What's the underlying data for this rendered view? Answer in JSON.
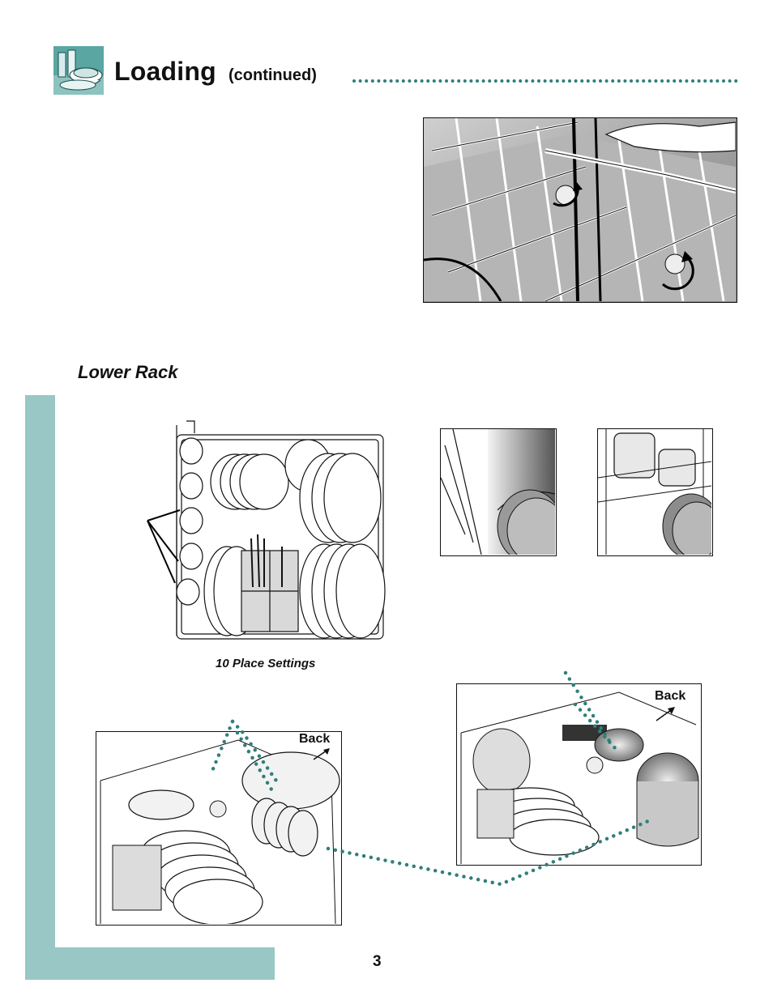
{
  "header": {
    "icon": "dishes-icon",
    "title": "Loading",
    "subtitle": "(continued)"
  },
  "section": {
    "heading": "Lower Rack"
  },
  "figures": {
    "upper_rack_adjust": {
      "icon": "upper-rack-adjuster-illustration"
    },
    "rack_top_view": {
      "icon": "lower-rack-top-view-illustration",
      "caption": "10 Place Settings"
    },
    "rack_detail_left": {
      "icon": "rack-tines-detail-illustration"
    },
    "rack_detail_right": {
      "icon": "rack-glasses-detail-illustration"
    },
    "rack_load_1": {
      "icon": "loaded-lower-rack-illustration",
      "back_label": "Back"
    },
    "rack_load_2": {
      "icon": "loaded-lower-rack-pots-illustration",
      "back_label": "Back"
    }
  },
  "footer": {
    "page_number": "3"
  },
  "colors": {
    "teal": "#99c7c5",
    "dots": "#2f7f7a",
    "ink": "#111111"
  }
}
